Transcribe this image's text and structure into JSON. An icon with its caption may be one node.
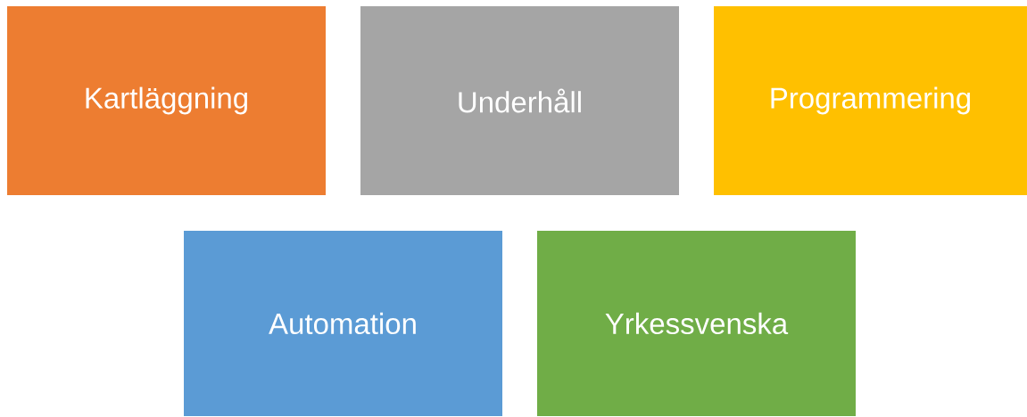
{
  "diagram": {
    "nodes": [
      {
        "text": [
          "Kartläggning"
        ]
      },
      {
        "text": [
          "Underhåll"
        ]
      },
      {
        "text": [
          "Programmering"
        ]
      },
      {
        "text": [
          "Automation"
        ]
      },
      {
        "text": [
          "Yrkessvenska"
        ]
      }
    ]
  }
}
